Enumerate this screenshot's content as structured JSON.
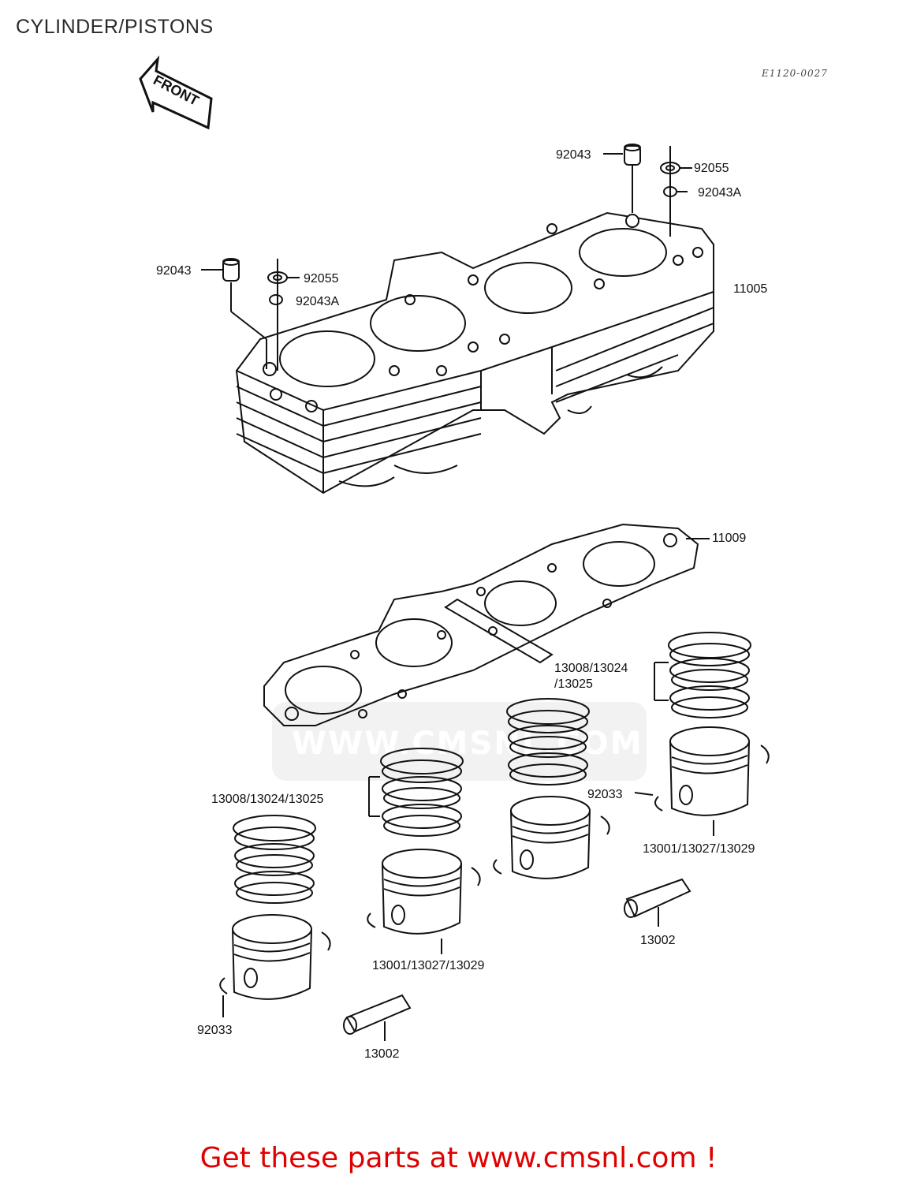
{
  "page": {
    "title": "CYLINDER/PISTONS",
    "code_ref": "E1120-0027",
    "front_label": "FRONT",
    "promo": "Get these parts at www.cmsnl.com !",
    "watermark": "WWW.CMSNL.COM"
  },
  "labels": {
    "l_92043_top": "92043",
    "l_92055_top": "92055",
    "l_92043a_top": "92043A",
    "l_92043_left": "92043",
    "l_92055_left": "92055",
    "l_92043a_left": "92043A",
    "l_11005": "11005",
    "l_11009": "11009",
    "l_rings_right_1": "13008/13024",
    "l_rings_right_2": "/13025",
    "l_92033_right": "92033",
    "l_piston_right": "13001/13027/13029",
    "l_rings_left": "13008/13024/13025",
    "l_piston_mid": "13001/13027/13029",
    "l_13002_right": "13002",
    "l_92033_left": "92033",
    "l_13002_left": "13002"
  }
}
